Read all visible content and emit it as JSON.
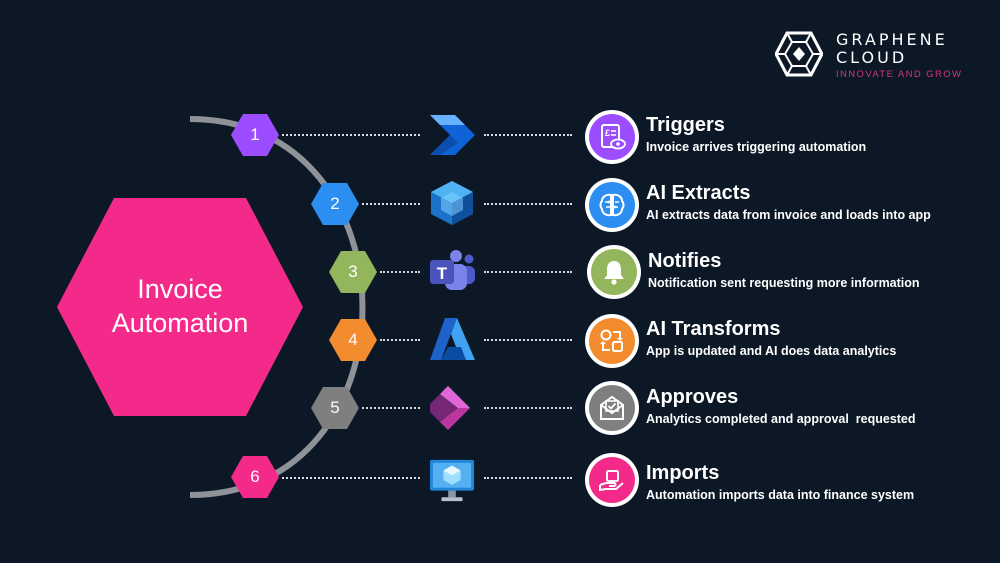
{
  "logo": {
    "line1": "GRAPHENE",
    "line2": "CLOUD",
    "tagline": "INNOVATE AND GROW"
  },
  "main": {
    "label": "Invoice\nAutomation",
    "color": "#f42a8a"
  },
  "steps": [
    {
      "num": "1",
      "num_color": "#9b4dff",
      "product_icon": "power-automate-icon",
      "step_icon": "invoice-eye-icon",
      "circle_color": "#9b4dff",
      "title": "Triggers",
      "desc": "Invoice arrives triggering automation"
    },
    {
      "num": "2",
      "num_color": "#2b8ef0",
      "product_icon": "ai-builder-icon",
      "step_icon": "brain-icon",
      "circle_color": "#2b8ef0",
      "title": "AI Extracts",
      "desc": "AI extracts data from invoice and loads into app"
    },
    {
      "num": "3",
      "num_color": "#93b55c",
      "product_icon": "teams-icon",
      "step_icon": "bell-icon",
      "circle_color": "#93b55c",
      "title": "Notifies",
      "desc": "Notification sent requesting more information"
    },
    {
      "num": "4",
      "num_color": "#f38c2f",
      "product_icon": "azure-icon",
      "step_icon": "transform-arrows-icon",
      "circle_color": "#f38c2f",
      "title": "AI Transforms",
      "desc": "App is updated and AI does data analytics"
    },
    {
      "num": "5",
      "num_color": "#7f7f7f",
      "product_icon": "power-apps-icon",
      "step_icon": "approval-envelope-icon",
      "circle_color": "#7f7f7f",
      "title": "Approves",
      "desc": "Analytics completed and approval  requested"
    },
    {
      "num": "6",
      "num_color": "#f42a8a",
      "product_icon": "virtual-machine-icon",
      "step_icon": "hand-cube-icon",
      "circle_color": "#f42a8a",
      "title": "Imports",
      "desc": "Automation imports data into finance system"
    }
  ]
}
